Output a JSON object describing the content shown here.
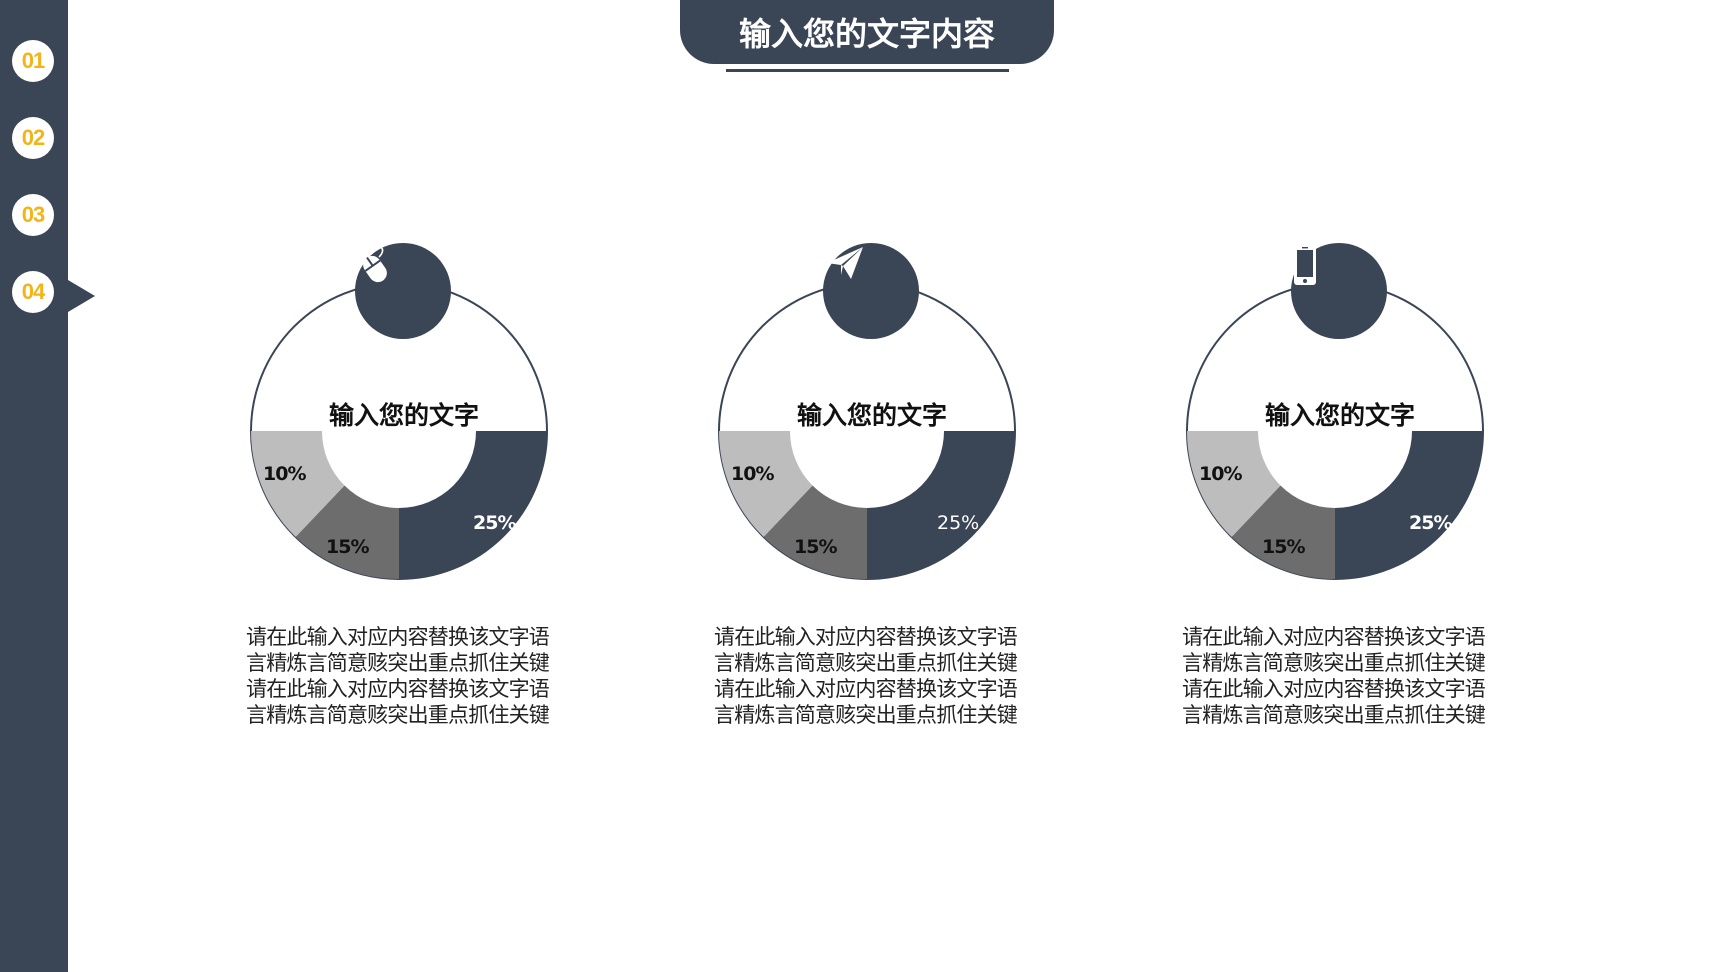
{
  "header": {
    "title": "输入您的文字内容"
  },
  "sidebar": {
    "items": [
      {
        "label": "01"
      },
      {
        "label": "02"
      },
      {
        "label": "03"
      },
      {
        "label": "04"
      }
    ],
    "active_index": 3
  },
  "colors": {
    "navy": "#3a4556",
    "accent_yellow": "#f2b418",
    "gray_dark": "#6d6d6d",
    "gray_light": "#bdbdbd"
  },
  "cards": [
    {
      "icon": "mouse-icon",
      "title": "输入您的文字",
      "segments": [
        {
          "label": "25%",
          "value": 25
        },
        {
          "label": "15%",
          "value": 15
        },
        {
          "label": "10%",
          "value": 10
        }
      ],
      "description": "请在此输入对应内容替换该文字语言精炼言简意赅突出重点抓住关键请在此输入对应内容替换该文字语言精炼言简意赅突出重点抓住关键"
    },
    {
      "icon": "paper-plane-icon",
      "title": "输入您的文字",
      "segments": [
        {
          "label": "25%",
          "value": 25
        },
        {
          "label": "15%",
          "value": 15
        },
        {
          "label": "10%",
          "value": 10
        }
      ],
      "description": "请在此输入对应内容替换该文字语言精炼言简意赅突出重点抓住关键请在此输入对应内容替换该文字语言精炼言简意赅突出重点抓住关键"
    },
    {
      "icon": "smartphone-icon",
      "title": "输入您的文字",
      "segments": [
        {
          "label": "25%",
          "value": 25
        },
        {
          "label": "15%",
          "value": 15
        },
        {
          "label": "10%",
          "value": 10
        }
      ],
      "description": "请在此输入对应内容替换该文字语言精炼言简意赅突出重点抓住关键请在此输入对应内容替换该文字语言精炼言简意赅突出重点抓住关键"
    }
  ]
}
